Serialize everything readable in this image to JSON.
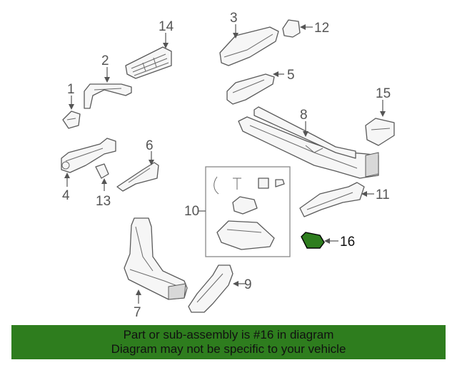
{
  "callouts": {
    "c1": "1",
    "c2": "2",
    "c3": "3",
    "c4": "4",
    "c5": "5",
    "c6": "6",
    "c7": "7",
    "c8": "8",
    "c9": "9",
    "c10": "10",
    "c11": "11",
    "c12": "12",
    "c13": "13",
    "c14": "14",
    "c15": "15",
    "c16": "16"
  },
  "highlighted_part": "16",
  "colors": {
    "highlight": "#2e7d1e",
    "banner": "#2e7d1e",
    "line": "#555555"
  },
  "banner": {
    "line1": "Part or sub-assembly is #16 in diagram",
    "line2": "Diagram may not be specific to your vehicle"
  }
}
